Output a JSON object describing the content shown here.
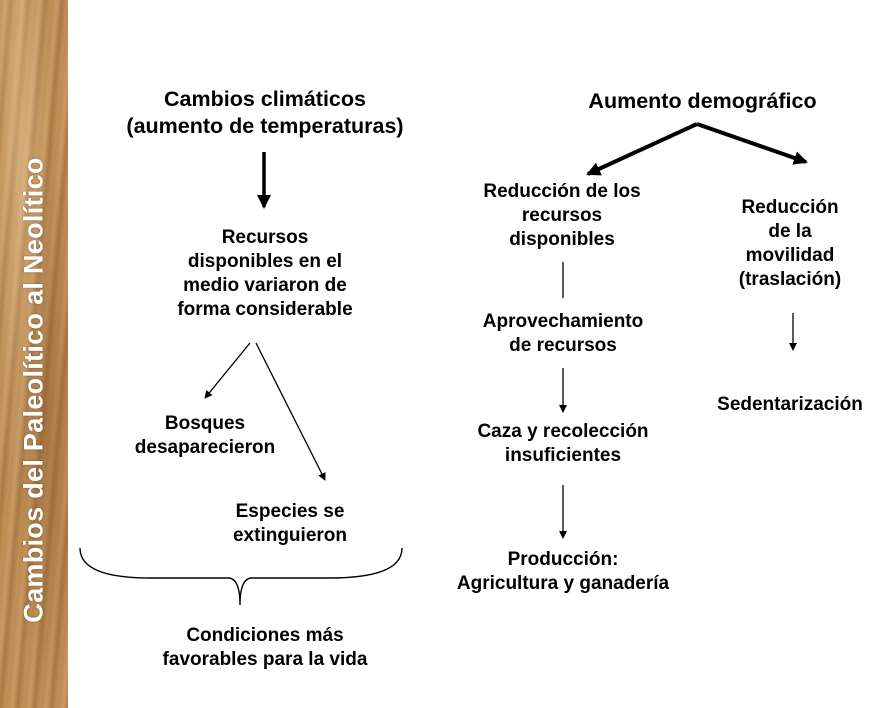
{
  "sidebar": {
    "title": "Cambios del Paleolítico al Neolítico",
    "color": "#b88750"
  },
  "left": {
    "cause": "Cambios climáticos\n(aumento de temperaturas)",
    "resources": "Recursos\ndisponibles en el\nmedio variaron de\nforma considerable",
    "forests": "Bosques\ndesaparecieron",
    "species": "Especies se\nextinguieron",
    "conclusion": "Condiciones más\nfavorables para la vida"
  },
  "right": {
    "cause": "Aumento demográfico",
    "reduction_resources": "Reducción de los\nrecursos\ndisponibles",
    "use_resources": "Aprovechamiento\nde recursos",
    "hunting": "Caza y recolección\ninsuficientes",
    "production": "Producción:\nAgricultura y ganadería",
    "reduction_mobility": "Reducción\nde la\nmovilidad\n(traslación)",
    "sedentarization": "Sedentarización"
  }
}
